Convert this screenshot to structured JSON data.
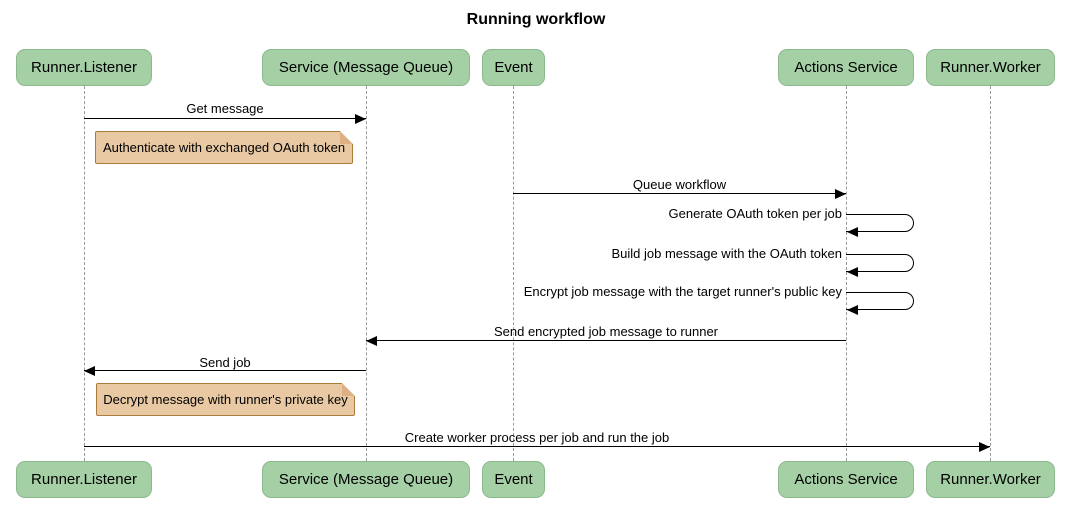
{
  "diagram": {
    "title": "Running workflow",
    "type": "sequence-diagram"
  },
  "actors": [
    {
      "id": "runner-listener",
      "label": "Runner.Listener"
    },
    {
      "id": "service-message-queue",
      "label": "Service (Message Queue)"
    },
    {
      "id": "event",
      "label": "Event"
    },
    {
      "id": "actions-service",
      "label": "Actions Service"
    },
    {
      "id": "runner-worker",
      "label": "Runner.Worker"
    }
  ],
  "messages": [
    {
      "label": "Get message",
      "from": "Runner.Listener",
      "to": "Service (Message Queue)",
      "kind": "solid-arrow"
    },
    {
      "label": "Queue workflow",
      "from": "Event",
      "to": "Actions Service",
      "kind": "solid-arrow"
    },
    {
      "label": "Generate OAuth token per job",
      "from": "Actions Service",
      "to": "Actions Service",
      "kind": "self-loop"
    },
    {
      "label": "Build job message with the OAuth token",
      "from": "Actions Service",
      "to": "Actions Service",
      "kind": "self-loop"
    },
    {
      "label": "Encrypt job message with the target runner's public key",
      "from": "Actions Service",
      "to": "Actions Service",
      "kind": "self-loop"
    },
    {
      "label": "Send encrypted job message to runner",
      "from": "Actions Service",
      "to": "Service (Message Queue)",
      "kind": "solid-arrow"
    },
    {
      "label": "Send job",
      "from": "Service (Message Queue)",
      "to": "Runner.Listener",
      "kind": "solid-arrow"
    },
    {
      "label": "Create worker process per job and run the job",
      "from": "Runner.Listener",
      "to": "Runner.Worker",
      "kind": "solid-arrow"
    }
  ],
  "notes": [
    {
      "label": "Authenticate with exchanged OAuth token",
      "over": "Runner.Listener"
    },
    {
      "label": "Decrypt message with runner's private key",
      "over": "Runner.Listener"
    }
  ],
  "colors": {
    "background": "#ffffff",
    "text": "#000000",
    "actor_fill": "#a5cfa5",
    "actor_border": "#8cb98c",
    "note_fill": "#e9c9a4",
    "note_border": "#aa7c3c",
    "lifeline": "#999999",
    "arrow": "#000000"
  }
}
